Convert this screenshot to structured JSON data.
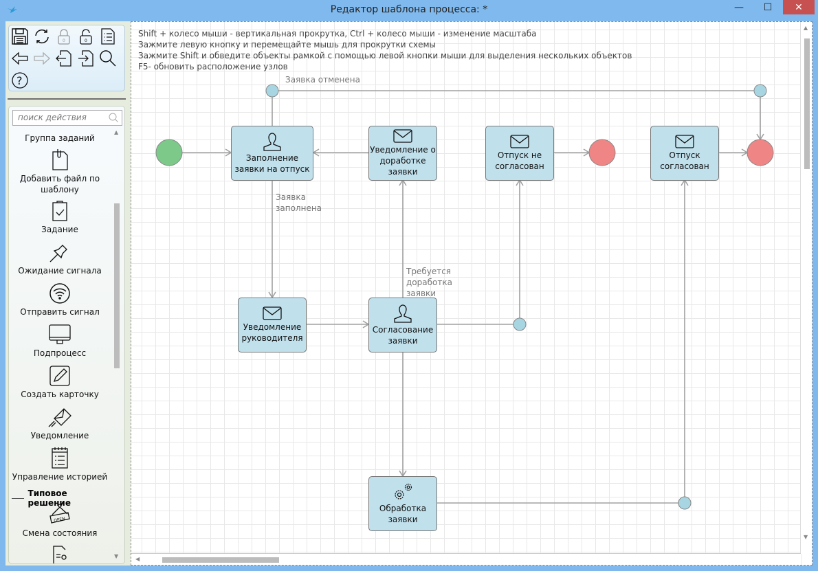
{
  "window": {
    "title": "Редактор шаблона процесса:  *",
    "minimize": "—",
    "maximize": "☐",
    "close": "✕"
  },
  "toolbar": {
    "buttons": [
      "save-icon",
      "refresh-icon",
      "lock-icon",
      "unlock-icon",
      "list-icon",
      "back-icon",
      "forward-icon",
      "import-icon",
      "export-icon",
      "search-icon",
      "help-icon"
    ]
  },
  "palette": {
    "search_placeholder": "поиск действия",
    "items": [
      {
        "label": "Группа заданий"
      },
      {
        "label": "Добавить файл по шаблону",
        "icon": "file-clip-icon"
      },
      {
        "label": "Задание",
        "icon": "clipboard-check-icon"
      },
      {
        "label": "Ожидание сигнала",
        "icon": "pin-icon"
      },
      {
        "label": "Отправить сигнал",
        "icon": "wifi-icon"
      },
      {
        "label": "Подпроцесс",
        "icon": "monitor-icon"
      },
      {
        "label": "Создать карточку",
        "icon": "pencil-icon"
      },
      {
        "label": "Уведомление",
        "icon": "send-mail-icon"
      },
      {
        "label": "Управление историей",
        "icon": "calendar-list-icon"
      }
    ],
    "group": "Типовое решение",
    "group_items": [
      {
        "label": "Смена состояния",
        "icon": "open-sign-icon"
      }
    ]
  },
  "hints": [
    "Shift + колесо мыши - вертикальная прокрутка, Ctrl + колесо мыши - изменение масштаба",
    "Зажмите левую кнопку и перемещайте мышь для прокрутки схемы",
    "Зажмите Shift и обведите объекты рамкой с помощью левой кнопки мыши для выделения нескольких объектов",
    "F5- обновить расположение узлов"
  ],
  "diagram": {
    "nodes": {
      "fill_request": "Заполнение заявки на отпуск",
      "rework_notice": "Уведомление о доработке заявки",
      "not_approved": "Отпуск не согласован",
      "approved": "Отпуск согласован",
      "manager_notice": "Уведомление руководителя",
      "approval": "Согласование заявки",
      "processing": "Обработка заявки"
    },
    "edge_labels": {
      "cancelled": "Заявка отменена",
      "filled": "Заявка заполнена",
      "rework": "Требуется доработка заявки"
    },
    "colors": {
      "start": "#7cc98a",
      "end": "#f08585",
      "gateway": "#a8d5e2",
      "task": "#c0e0ec",
      "edge": "#a0a0a0"
    }
  }
}
